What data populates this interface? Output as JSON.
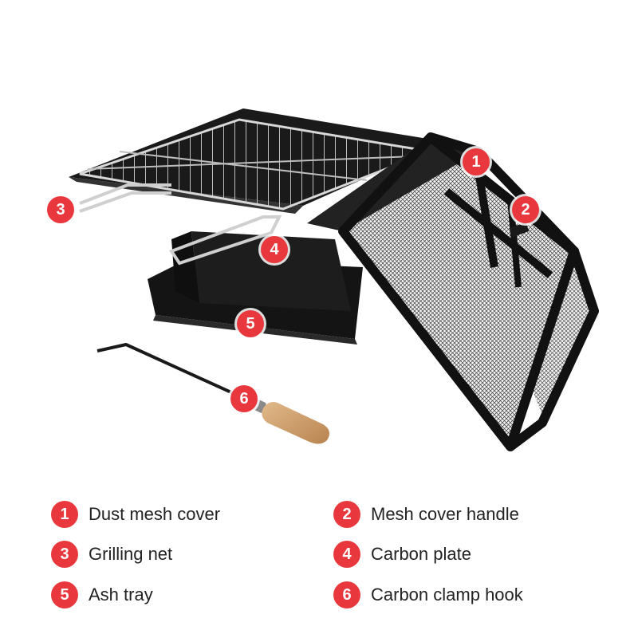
{
  "accent_color": "#e8383d",
  "callouts": [
    {
      "number": "1",
      "label": "Dust mesh cover"
    },
    {
      "number": "2",
      "label": "Mesh cover handle"
    },
    {
      "number": "3",
      "label": "Grilling net"
    },
    {
      "number": "4",
      "label": "Carbon plate"
    },
    {
      "number": "5",
      "label": "Ash tray"
    },
    {
      "number": "6",
      "label": "Carbon clamp hook"
    }
  ]
}
